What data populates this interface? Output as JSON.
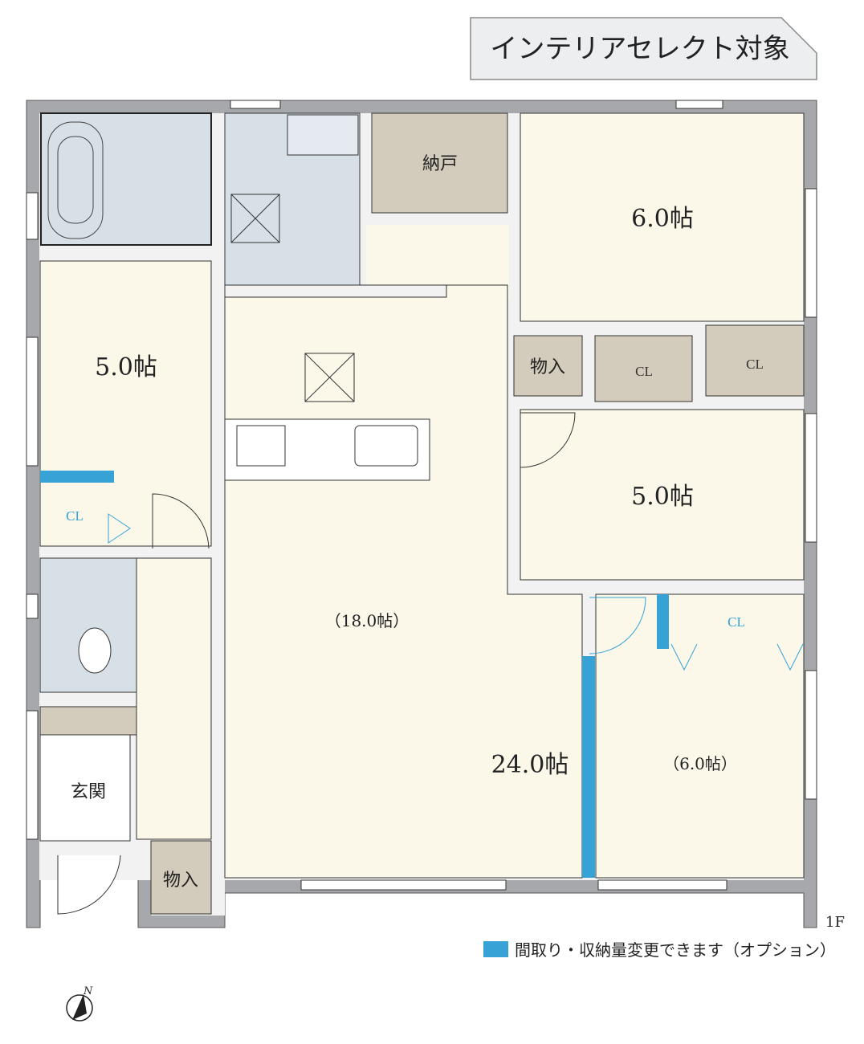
{
  "title_badge": "インテリアセレクト対象",
  "floor_label": "1F",
  "legend": {
    "text": "間取り・収納量変更できます（オプション）",
    "color": "#36a2d6"
  },
  "colors": {
    "wall": "#a7a8ab",
    "living": "#fbf8ea",
    "wet": "#d7e0e7",
    "storage": "#d3cbbb",
    "option": "#36a2d6"
  },
  "rooms": {
    "storeroom": "納戸",
    "bedroom_ne": "6.0帖",
    "bedroom_w": "5.0帖",
    "storage_mid": "物入",
    "cl_mid1": "CL",
    "cl_mid2": "CL",
    "bedroom_e": "5.0帖",
    "cl_w": "CL",
    "ldk_sub": "（18.0帖）",
    "cl_se": "CL",
    "ldk": "24.0帖",
    "room_se": "（6.0帖）",
    "entrance": "玄関",
    "storage_entry": "物入"
  },
  "compass": "N"
}
